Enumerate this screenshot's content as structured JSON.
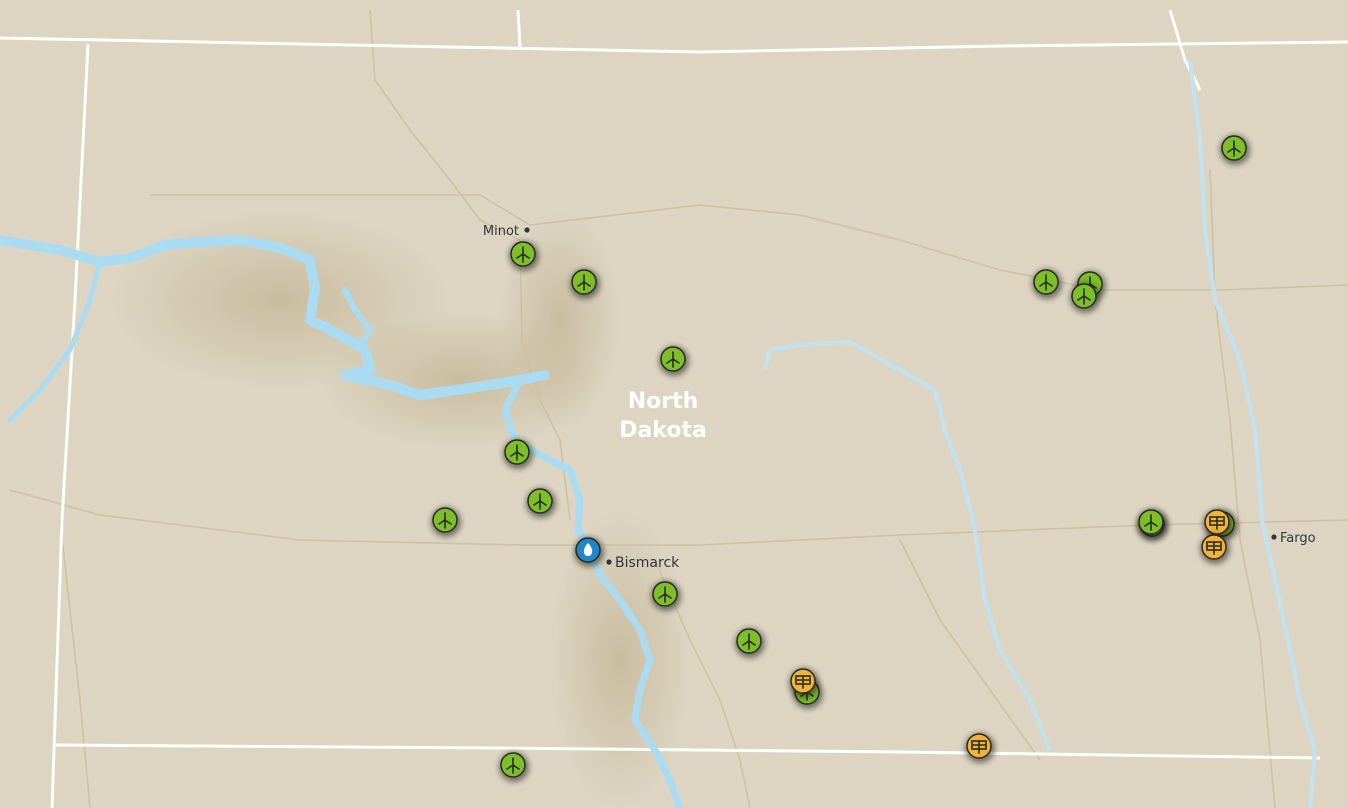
{
  "map": {
    "state_label_line1": "North",
    "state_label_line2": "Dakota",
    "colors": {
      "land": "#ddd5c2",
      "border": "#ffffff",
      "county": "#cdbf9f",
      "water": "#a9dcf2",
      "river_light": "#bfe3f2",
      "wind": "#7cbf28",
      "solar": "#f2b33a",
      "gas": "#1e86c9",
      "label_text": "#2f3640"
    },
    "cities": [
      {
        "name": "Minot"
      },
      {
        "name": "Bismarck"
      },
      {
        "name": "Fargo"
      }
    ],
    "markers": [
      {
        "type": "wind",
        "icon": "wind-turbine-icon"
      },
      {
        "type": "wind",
        "icon": "wind-turbine-icon"
      },
      {
        "type": "wind",
        "icon": "wind-turbine-icon"
      },
      {
        "type": "wind",
        "icon": "wind-turbine-icon"
      },
      {
        "type": "wind",
        "icon": "wind-turbine-icon"
      },
      {
        "type": "wind",
        "icon": "wind-turbine-icon"
      },
      {
        "type": "wind",
        "icon": "wind-turbine-icon"
      },
      {
        "type": "wind",
        "icon": "wind-turbine-icon"
      },
      {
        "type": "wind",
        "icon": "wind-turbine-icon"
      },
      {
        "type": "wind",
        "icon": "wind-turbine-icon"
      },
      {
        "type": "wind",
        "icon": "wind-turbine-icon"
      },
      {
        "type": "wind",
        "icon": "wind-turbine-icon"
      },
      {
        "type": "wind",
        "icon": "wind-turbine-icon"
      },
      {
        "type": "wind",
        "icon": "wind-turbine-icon"
      },
      {
        "type": "wind",
        "icon": "wind-turbine-icon"
      },
      {
        "type": "wind",
        "icon": "wind-turbine-icon"
      },
      {
        "type": "wind",
        "icon": "wind-turbine-icon"
      },
      {
        "type": "solar",
        "icon": "solar-panel-icon"
      },
      {
        "type": "solar",
        "icon": "solar-panel-icon"
      },
      {
        "type": "solar",
        "icon": "solar-panel-icon"
      },
      {
        "type": "solar",
        "icon": "solar-panel-icon"
      },
      {
        "type": "gas",
        "icon": "natural-gas-flame-icon"
      }
    ]
  }
}
